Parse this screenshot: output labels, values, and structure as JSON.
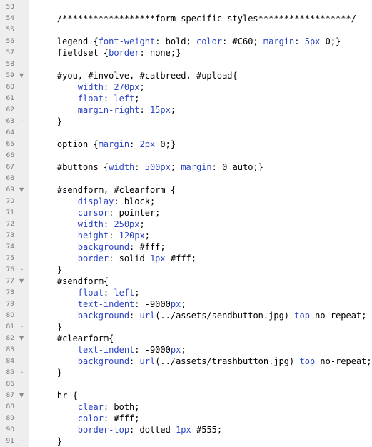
{
  "editor": {
    "colors": {
      "property": "#2b44c4",
      "text": "#000000",
      "gutter_bg": "#eeeeee",
      "line_number": "#777777"
    },
    "lines": [
      {
        "num": "53",
        "fold": "",
        "t": []
      },
      {
        "num": "54",
        "fold": "",
        "t": [
          {
            "s": "    /******************form specific styles******************/",
            "k": "c"
          }
        ]
      },
      {
        "num": "55",
        "fold": "",
        "t": []
      },
      {
        "num": "56",
        "fold": "",
        "t": [
          {
            "s": "    legend {",
            "k": ""
          },
          {
            "s": "font-weight",
            "k": "p"
          },
          {
            "s": ": bold; ",
            "k": ""
          },
          {
            "s": "color",
            "k": "p"
          },
          {
            "s": ": #C60; ",
            "k": ""
          },
          {
            "s": "margin",
            "k": "p"
          },
          {
            "s": ": ",
            "k": ""
          },
          {
            "s": "5px",
            "k": "n"
          },
          {
            "s": " 0;}",
            "k": ""
          }
        ]
      },
      {
        "num": "57",
        "fold": "",
        "t": [
          {
            "s": "    fieldset {",
            "k": ""
          },
          {
            "s": "border",
            "k": "p"
          },
          {
            "s": ": none;}",
            "k": ""
          }
        ]
      },
      {
        "num": "58",
        "fold": "",
        "t": []
      },
      {
        "num": "59",
        "fold": "open",
        "t": [
          {
            "s": "    #you, #involve, #catbreed, #upload{",
            "k": ""
          }
        ]
      },
      {
        "num": "60",
        "fold": "",
        "t": [
          {
            "s": "        ",
            "k": ""
          },
          {
            "s": "width",
            "k": "p"
          },
          {
            "s": ": ",
            "k": ""
          },
          {
            "s": "270px",
            "k": "n"
          },
          {
            "s": ";",
            "k": ""
          }
        ]
      },
      {
        "num": "61",
        "fold": "",
        "t": [
          {
            "s": "        ",
            "k": ""
          },
          {
            "s": "float",
            "k": "p"
          },
          {
            "s": ": ",
            "k": ""
          },
          {
            "s": "left",
            "k": "n"
          },
          {
            "s": ";",
            "k": ""
          }
        ]
      },
      {
        "num": "62",
        "fold": "",
        "t": [
          {
            "s": "        ",
            "k": ""
          },
          {
            "s": "margin-right",
            "k": "p"
          },
          {
            "s": ": ",
            "k": ""
          },
          {
            "s": "15px",
            "k": "n"
          },
          {
            "s": ";",
            "k": ""
          }
        ]
      },
      {
        "num": "63",
        "fold": "close",
        "t": [
          {
            "s": "    }",
            "k": ""
          }
        ]
      },
      {
        "num": "64",
        "fold": "",
        "t": []
      },
      {
        "num": "65",
        "fold": "",
        "t": [
          {
            "s": "    option {",
            "k": ""
          },
          {
            "s": "margin",
            "k": "p"
          },
          {
            "s": ": ",
            "k": ""
          },
          {
            "s": "2px",
            "k": "n"
          },
          {
            "s": " 0;}",
            "k": ""
          }
        ]
      },
      {
        "num": "66",
        "fold": "",
        "t": []
      },
      {
        "num": "67",
        "fold": "",
        "t": [
          {
            "s": "    #buttons {",
            "k": ""
          },
          {
            "s": "width",
            "k": "p"
          },
          {
            "s": ": ",
            "k": ""
          },
          {
            "s": "500px",
            "k": "n"
          },
          {
            "s": "; ",
            "k": ""
          },
          {
            "s": "margin",
            "k": "p"
          },
          {
            "s": ": 0 auto;}",
            "k": ""
          }
        ]
      },
      {
        "num": "68",
        "fold": "",
        "t": []
      },
      {
        "num": "69",
        "fold": "open",
        "t": [
          {
            "s": "    #sendform, #clearform {",
            "k": ""
          }
        ]
      },
      {
        "num": "70",
        "fold": "",
        "t": [
          {
            "s": "        ",
            "k": ""
          },
          {
            "s": "display",
            "k": "p"
          },
          {
            "s": ": block;",
            "k": ""
          }
        ]
      },
      {
        "num": "71",
        "fold": "",
        "t": [
          {
            "s": "        ",
            "k": ""
          },
          {
            "s": "cursor",
            "k": "p"
          },
          {
            "s": ": pointer;",
            "k": ""
          }
        ]
      },
      {
        "num": "72",
        "fold": "",
        "t": [
          {
            "s": "        ",
            "k": ""
          },
          {
            "s": "width",
            "k": "p"
          },
          {
            "s": ": ",
            "k": ""
          },
          {
            "s": "250px",
            "k": "n"
          },
          {
            "s": ";",
            "k": ""
          }
        ]
      },
      {
        "num": "73",
        "fold": "",
        "t": [
          {
            "s": "        ",
            "k": ""
          },
          {
            "s": "height",
            "k": "p"
          },
          {
            "s": ": ",
            "k": ""
          },
          {
            "s": "120px",
            "k": "n"
          },
          {
            "s": ";",
            "k": ""
          }
        ]
      },
      {
        "num": "74",
        "fold": "",
        "t": [
          {
            "s": "        ",
            "k": ""
          },
          {
            "s": "background",
            "k": "p"
          },
          {
            "s": ": #fff;",
            "k": ""
          }
        ]
      },
      {
        "num": "75",
        "fold": "",
        "t": [
          {
            "s": "        ",
            "k": ""
          },
          {
            "s": "border",
            "k": "p"
          },
          {
            "s": ": solid ",
            "k": ""
          },
          {
            "s": "1px",
            "k": "n"
          },
          {
            "s": " #fff;",
            "k": ""
          }
        ]
      },
      {
        "num": "76",
        "fold": "close",
        "t": [
          {
            "s": "    }",
            "k": ""
          }
        ]
      },
      {
        "num": "77",
        "fold": "open",
        "t": [
          {
            "s": "    #sendform{",
            "k": ""
          }
        ]
      },
      {
        "num": "78",
        "fold": "",
        "t": [
          {
            "s": "        ",
            "k": ""
          },
          {
            "s": "float",
            "k": "p"
          },
          {
            "s": ": ",
            "k": ""
          },
          {
            "s": "left",
            "k": "n"
          },
          {
            "s": ";",
            "k": ""
          }
        ]
      },
      {
        "num": "79",
        "fold": "",
        "t": [
          {
            "s": "        ",
            "k": ""
          },
          {
            "s": "text-indent",
            "k": "p"
          },
          {
            "s": ": -9000",
            "k": ""
          },
          {
            "s": "px",
            "k": "n"
          },
          {
            "s": ";",
            "k": ""
          }
        ]
      },
      {
        "num": "80",
        "fold": "",
        "t": [
          {
            "s": "        ",
            "k": ""
          },
          {
            "s": "background",
            "k": "p"
          },
          {
            "s": ": ",
            "k": ""
          },
          {
            "s": "url",
            "k": "n"
          },
          {
            "s": "(../assets/sendbutton.jpg) ",
            "k": ""
          },
          {
            "s": "top",
            "k": "n"
          },
          {
            "s": " no-repeat;",
            "k": ""
          }
        ]
      },
      {
        "num": "81",
        "fold": "close",
        "t": [
          {
            "s": "    }",
            "k": ""
          }
        ]
      },
      {
        "num": "82",
        "fold": "open",
        "t": [
          {
            "s": "    #clearform{",
            "k": ""
          }
        ]
      },
      {
        "num": "83",
        "fold": "",
        "t": [
          {
            "s": "        ",
            "k": ""
          },
          {
            "s": "text-indent",
            "k": "p"
          },
          {
            "s": ": -9000",
            "k": ""
          },
          {
            "s": "px",
            "k": "n"
          },
          {
            "s": ";",
            "k": ""
          }
        ]
      },
      {
        "num": "84",
        "fold": "",
        "t": [
          {
            "s": "        ",
            "k": ""
          },
          {
            "s": "background",
            "k": "p"
          },
          {
            "s": ": ",
            "k": ""
          },
          {
            "s": "url",
            "k": "n"
          },
          {
            "s": "(../assets/trashbutton.jpg) ",
            "k": ""
          },
          {
            "s": "top",
            "k": "n"
          },
          {
            "s": " no-repeat;",
            "k": ""
          }
        ]
      },
      {
        "num": "85",
        "fold": "close",
        "t": [
          {
            "s": "    }",
            "k": ""
          }
        ]
      },
      {
        "num": "86",
        "fold": "",
        "t": []
      },
      {
        "num": "87",
        "fold": "open",
        "t": [
          {
            "s": "    hr {",
            "k": ""
          }
        ]
      },
      {
        "num": "88",
        "fold": "",
        "t": [
          {
            "s": "        ",
            "k": ""
          },
          {
            "s": "clear",
            "k": "p"
          },
          {
            "s": ": both;",
            "k": ""
          }
        ]
      },
      {
        "num": "89",
        "fold": "",
        "t": [
          {
            "s": "        ",
            "k": ""
          },
          {
            "s": "color",
            "k": "p"
          },
          {
            "s": ": #fff;",
            "k": ""
          }
        ]
      },
      {
        "num": "90",
        "fold": "",
        "t": [
          {
            "s": "        ",
            "k": ""
          },
          {
            "s": "border-top",
            "k": "p"
          },
          {
            "s": ": dotted ",
            "k": ""
          },
          {
            "s": "1px",
            "k": "n"
          },
          {
            "s": " #555;",
            "k": ""
          }
        ]
      },
      {
        "num": "91",
        "fold": "close",
        "t": [
          {
            "s": "    }",
            "k": ""
          }
        ]
      }
    ]
  }
}
